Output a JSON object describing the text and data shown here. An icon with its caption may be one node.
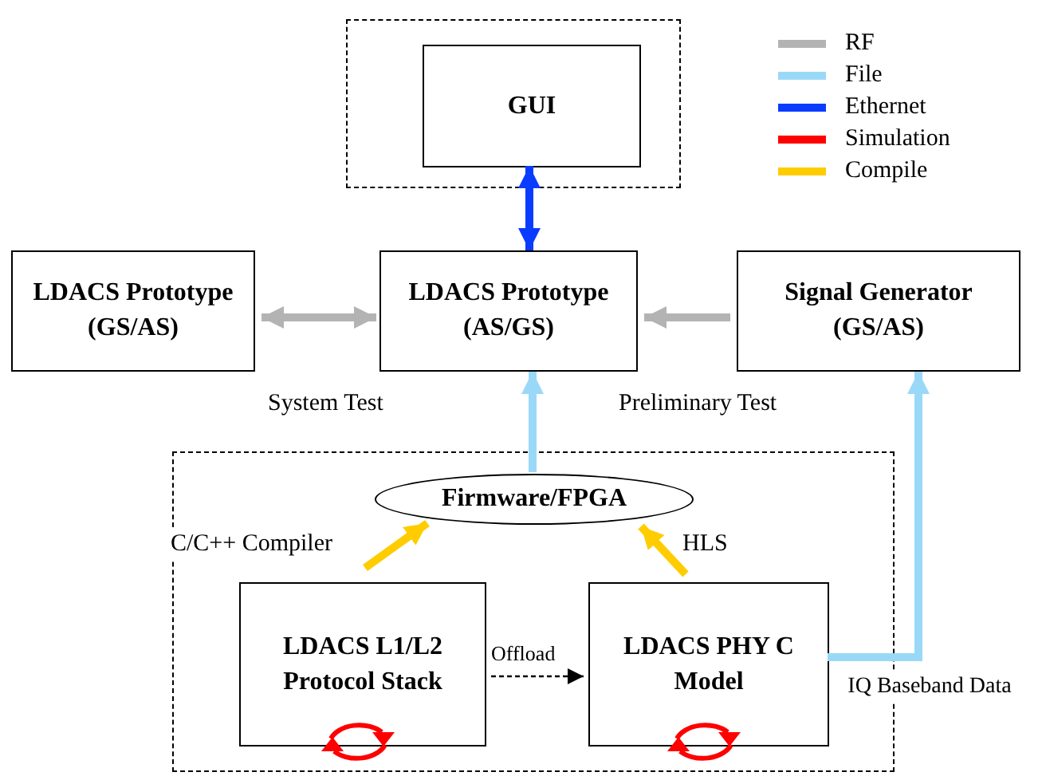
{
  "diagram": {
    "nodes": [
      {
        "text": [],
        "shape": "box"
      },
      {
        "text": [
          "GUI"
        ],
        "in": 0
      },
      {
        "text": [
          "LDACS Prototype (GS/AS)"
        ]
      },
      {
        "text": [
          "LDACS Prototype (AS/GS)"
        ]
      },
      {
        "text": [
          "Signal Generator (GS/AS)"
        ]
      },
      {
        "text": [],
        "shape": "box"
      },
      {
        "text": [
          "Firmware/FPGA"
        ],
        "in": 5
      },
      {
        "text": [
          "LDACS L1/L2 Protocol Stack"
        ],
        "in": 5
      },
      {
        "text": [
          "LDACS PHY C Model"
        ],
        "in": 5
      }
    ],
    "edges": [
      {
        "from": 1,
        "to": 3,
        "arrow": "both",
        "color": "#0a3cff"
      },
      {
        "from": 3,
        "to": 2,
        "arrow": "both",
        "label": "System Test",
        "color": "#b3b3b3"
      },
      {
        "from": 4,
        "to": 3,
        "arrow": "to",
        "label": "Preliminary Test",
        "color": "#b3b3b3"
      },
      {
        "from": 6,
        "to": 3,
        "arrow": "to",
        "color": "#99d9f7"
      },
      {
        "from": 8,
        "to": 4,
        "arrow": "to",
        "label": "IQ Baseband Data",
        "color": "#99d9f7"
      },
      {
        "from": 7,
        "to": 6,
        "arrow": "to",
        "label": "C/C++ Compiler",
        "color": "#ffcc00"
      },
      {
        "from": 8,
        "to": 6,
        "arrow": "to",
        "label": "HLS",
        "color": "#ffcc00"
      },
      {
        "from": 7,
        "to": 8,
        "arrow": "to",
        "label": "Offload",
        "style": "dashed",
        "color": "#000000"
      }
    ],
    "legend": [
      {
        "text": "RF",
        "color": "#b3b3b3"
      },
      {
        "text": "File",
        "color": "#99d9f7"
      },
      {
        "text": "Ethernet",
        "color": "#0a3cff"
      },
      {
        "text": "Simulation",
        "color": "#ff0000"
      },
      {
        "text": "Compile",
        "color": "#ffcc00"
      }
    ]
  }
}
